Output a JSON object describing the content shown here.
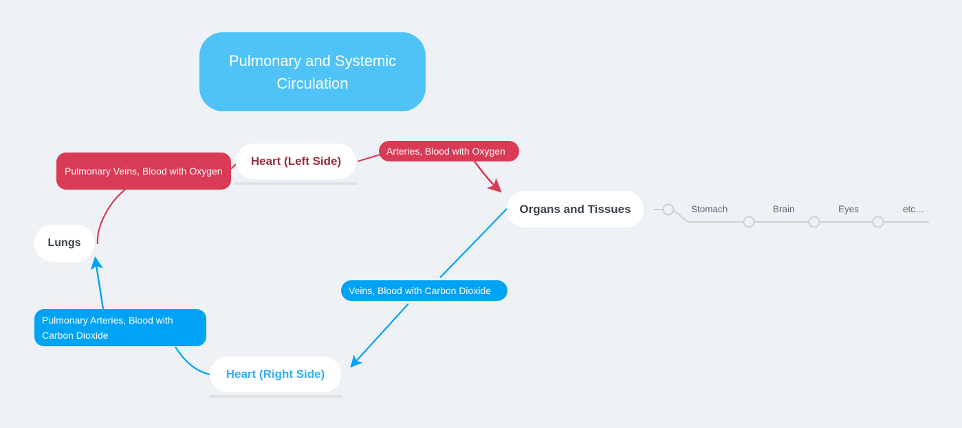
{
  "diagram": {
    "type": "mind-map",
    "background_color": "#eef2f6",
    "root": {
      "label": "Pulmonary and Systemic Circulation",
      "color": "#4FC3F7",
      "text_color": "#ffffff"
    },
    "colors": {
      "oxygenated_red": "#d93a55",
      "deoxygenated_blue": "#00a2f3",
      "node_white": "#ffffff",
      "underline_gray": "#dce2e8",
      "neutral_line": "#c9d1d8",
      "dark_text": "#3b4451",
      "heart_left_text": "#9e2b3c",
      "heart_right_text": "#33AEF2"
    },
    "nodes": [
      {
        "id": "heart-left",
        "label": "Heart (Left Side)"
      },
      {
        "id": "organs",
        "label": "Organs and Tissues"
      },
      {
        "id": "heart-right",
        "label": "Heart (Right Side)"
      },
      {
        "id": "lungs",
        "label": "Lungs"
      }
    ],
    "edge_labels": [
      {
        "id": "arteries",
        "label": "Arteries, Blood with Oxygen",
        "color": "#d93a55"
      },
      {
        "id": "veins",
        "label": "Veins, Blood with Carbon Dioxide",
        "color": "#00a2f3"
      },
      {
        "id": "pulm-arteries",
        "label": "Pulmonary Arteries, Blood with Carbon Dioxide",
        "color": "#00a2f3"
      },
      {
        "id": "pulm-veins",
        "label": "Pulmonary Veins, Blood with Oxygen",
        "color": "#d93a55"
      }
    ],
    "organ_list": {
      "parent": "Organs and Tissues",
      "items": [
        {
          "label": "Stomach"
        },
        {
          "label": "Brain"
        },
        {
          "label": "Eyes"
        },
        {
          "label": "etc…"
        }
      ]
    }
  }
}
